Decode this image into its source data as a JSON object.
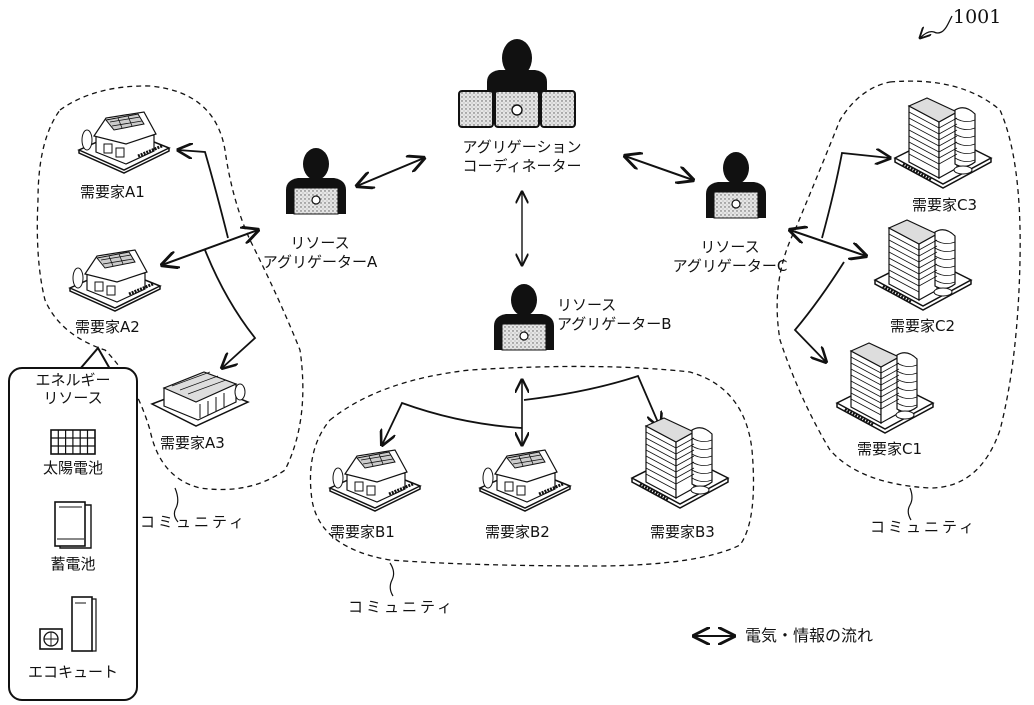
{
  "figure_ref": "1001",
  "coordinator": {
    "line1": "アグリゲーション",
    "line2": "コーディネーター"
  },
  "aggregators": [
    {
      "id": "A",
      "line1": "リソース",
      "line2": "アグリゲーターA"
    },
    {
      "id": "B",
      "line1": "リソース",
      "line2": "アグリゲーターB"
    },
    {
      "id": "C",
      "line1": "リソース",
      "line2": "アグリゲーターC"
    }
  ],
  "consumers": {
    "A": [
      "需要家A1",
      "需要家A2",
      "需要家A3"
    ],
    "B": [
      "需要家B1",
      "需要家B2",
      "需要家B3"
    ],
    "C": [
      "需要家C3",
      "需要家C2",
      "需要家C1"
    ]
  },
  "community_label": "コミュニティ",
  "energy_resources": {
    "title_line1": "エネルギー",
    "title_line2": "リソース",
    "items": [
      "太陽電池",
      "蓄電池",
      "エコキュート"
    ]
  },
  "legend": {
    "label": "電気・情報の流れ"
  }
}
